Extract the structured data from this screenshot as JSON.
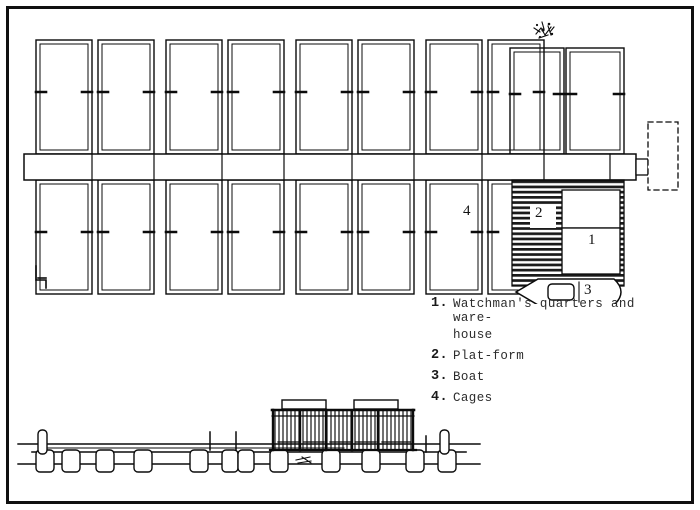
{
  "figure": {
    "title_visible": false,
    "views": [
      "plan",
      "elevation"
    ],
    "ink_color": "#0b0b0b",
    "background_color": "#ffffff",
    "border_color": "#101010"
  },
  "legend": {
    "items": [
      {
        "number": "1.",
        "label": "Watchman's quarters and ware-",
        "continuation": "house",
        "faded": true
      },
      {
        "number": "2.",
        "label": "Plat-form",
        "continuation": "",
        "faded": false
      },
      {
        "number": "3.",
        "label": "Boat",
        "continuation": "",
        "faded": false
      },
      {
        "number": "4.",
        "label": "Cages",
        "continuation": "",
        "faded": false
      }
    ]
  },
  "plan": {
    "callouts": [
      {
        "id": "quarters",
        "text": "1"
      },
      {
        "id": "platform",
        "text": "2"
      },
      {
        "id": "boat",
        "text": "3"
      },
      {
        "id": "cages",
        "text": "4"
      }
    ],
    "cage_blocks": 5,
    "cages_per_block": 4,
    "walkway": "central horizontal catwalk",
    "platform_fill": "horizontal plank hatching",
    "dashed_annex": "dashed rectangle at right of walkway",
    "vegetation_mark": "scribbled shrub at top right"
  },
  "elevation": {
    "waterline": "double horizontal line",
    "floats": 12,
    "posts": 5,
    "structure": "stilted slatted watch-house with two roof caps"
  }
}
